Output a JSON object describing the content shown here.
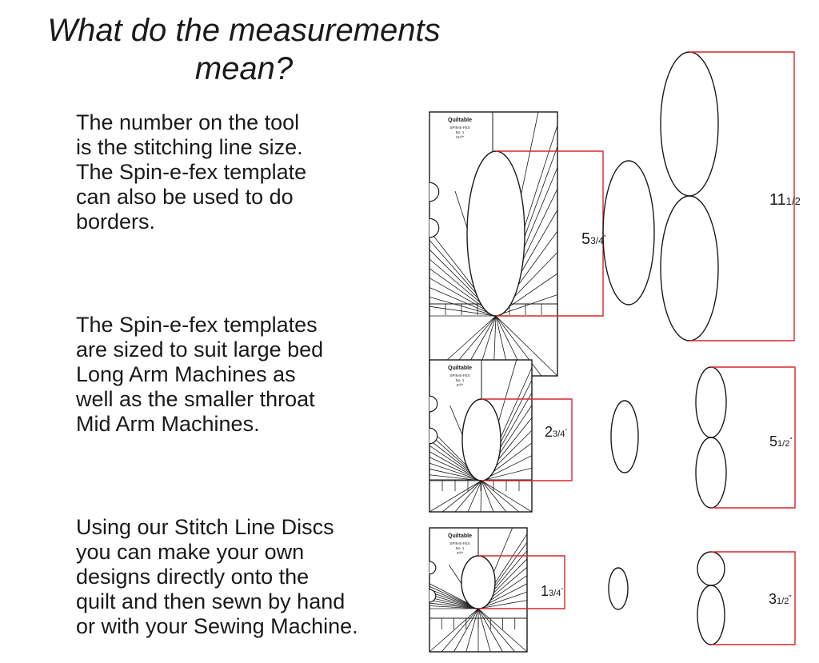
{
  "title_lines": [
    "What do the measurements",
    "mean?"
  ],
  "paragraphs": [
    {
      "lines": [
        "The number on the tool",
        "is the stitching line size.",
        "The Spin-e-fex template",
        "can also be used to do",
        "borders."
      ]
    },
    {
      "lines": [
        "The Spin-e-fex templates",
        "are sized to suit large bed",
        "Long Arm Machines as",
        "well as the smaller throat",
        "Mid Arm Machines."
      ]
    },
    {
      "lines": [
        "Using our Stitch Line Discs",
        "you can make your own",
        "designs directly onto the",
        "quilt and then sewn by hand",
        "or with your Sewing Machine."
      ]
    }
  ],
  "templates": [
    {
      "logo": "Quiltable",
      "name": "SPIN-E-FEX",
      "number": "No. 1",
      "size": "11¹/²\"",
      "measure": {
        "whole": "5",
        "fraction": "3/4",
        "unit": "\""
      },
      "border": {
        "whole": "11",
        "fraction": "1/2",
        "unit": ""
      }
    },
    {
      "logo": "Quiltable",
      "name": "SPIN-E-FEX",
      "number": "No. 1",
      "size": "5¹/²\"",
      "measure": {
        "whole": "2",
        "fraction": "3/4",
        "unit": "\""
      },
      "border": {
        "whole": "5",
        "fraction": "1/2",
        "unit": "\""
      }
    },
    {
      "logo": "Quiltable",
      "name": "SPIN-E-FEX",
      "number": "No. 1",
      "size": "3¹/²\"",
      "measure": {
        "whole": "1",
        "fraction": "3/4",
        "unit": "\""
      },
      "border": {
        "whole": "3",
        "fraction": "1/2",
        "unit": "\""
      }
    }
  ],
  "colors": {
    "measure_line": "#d9272e",
    "outline": "#1a1a1a"
  }
}
